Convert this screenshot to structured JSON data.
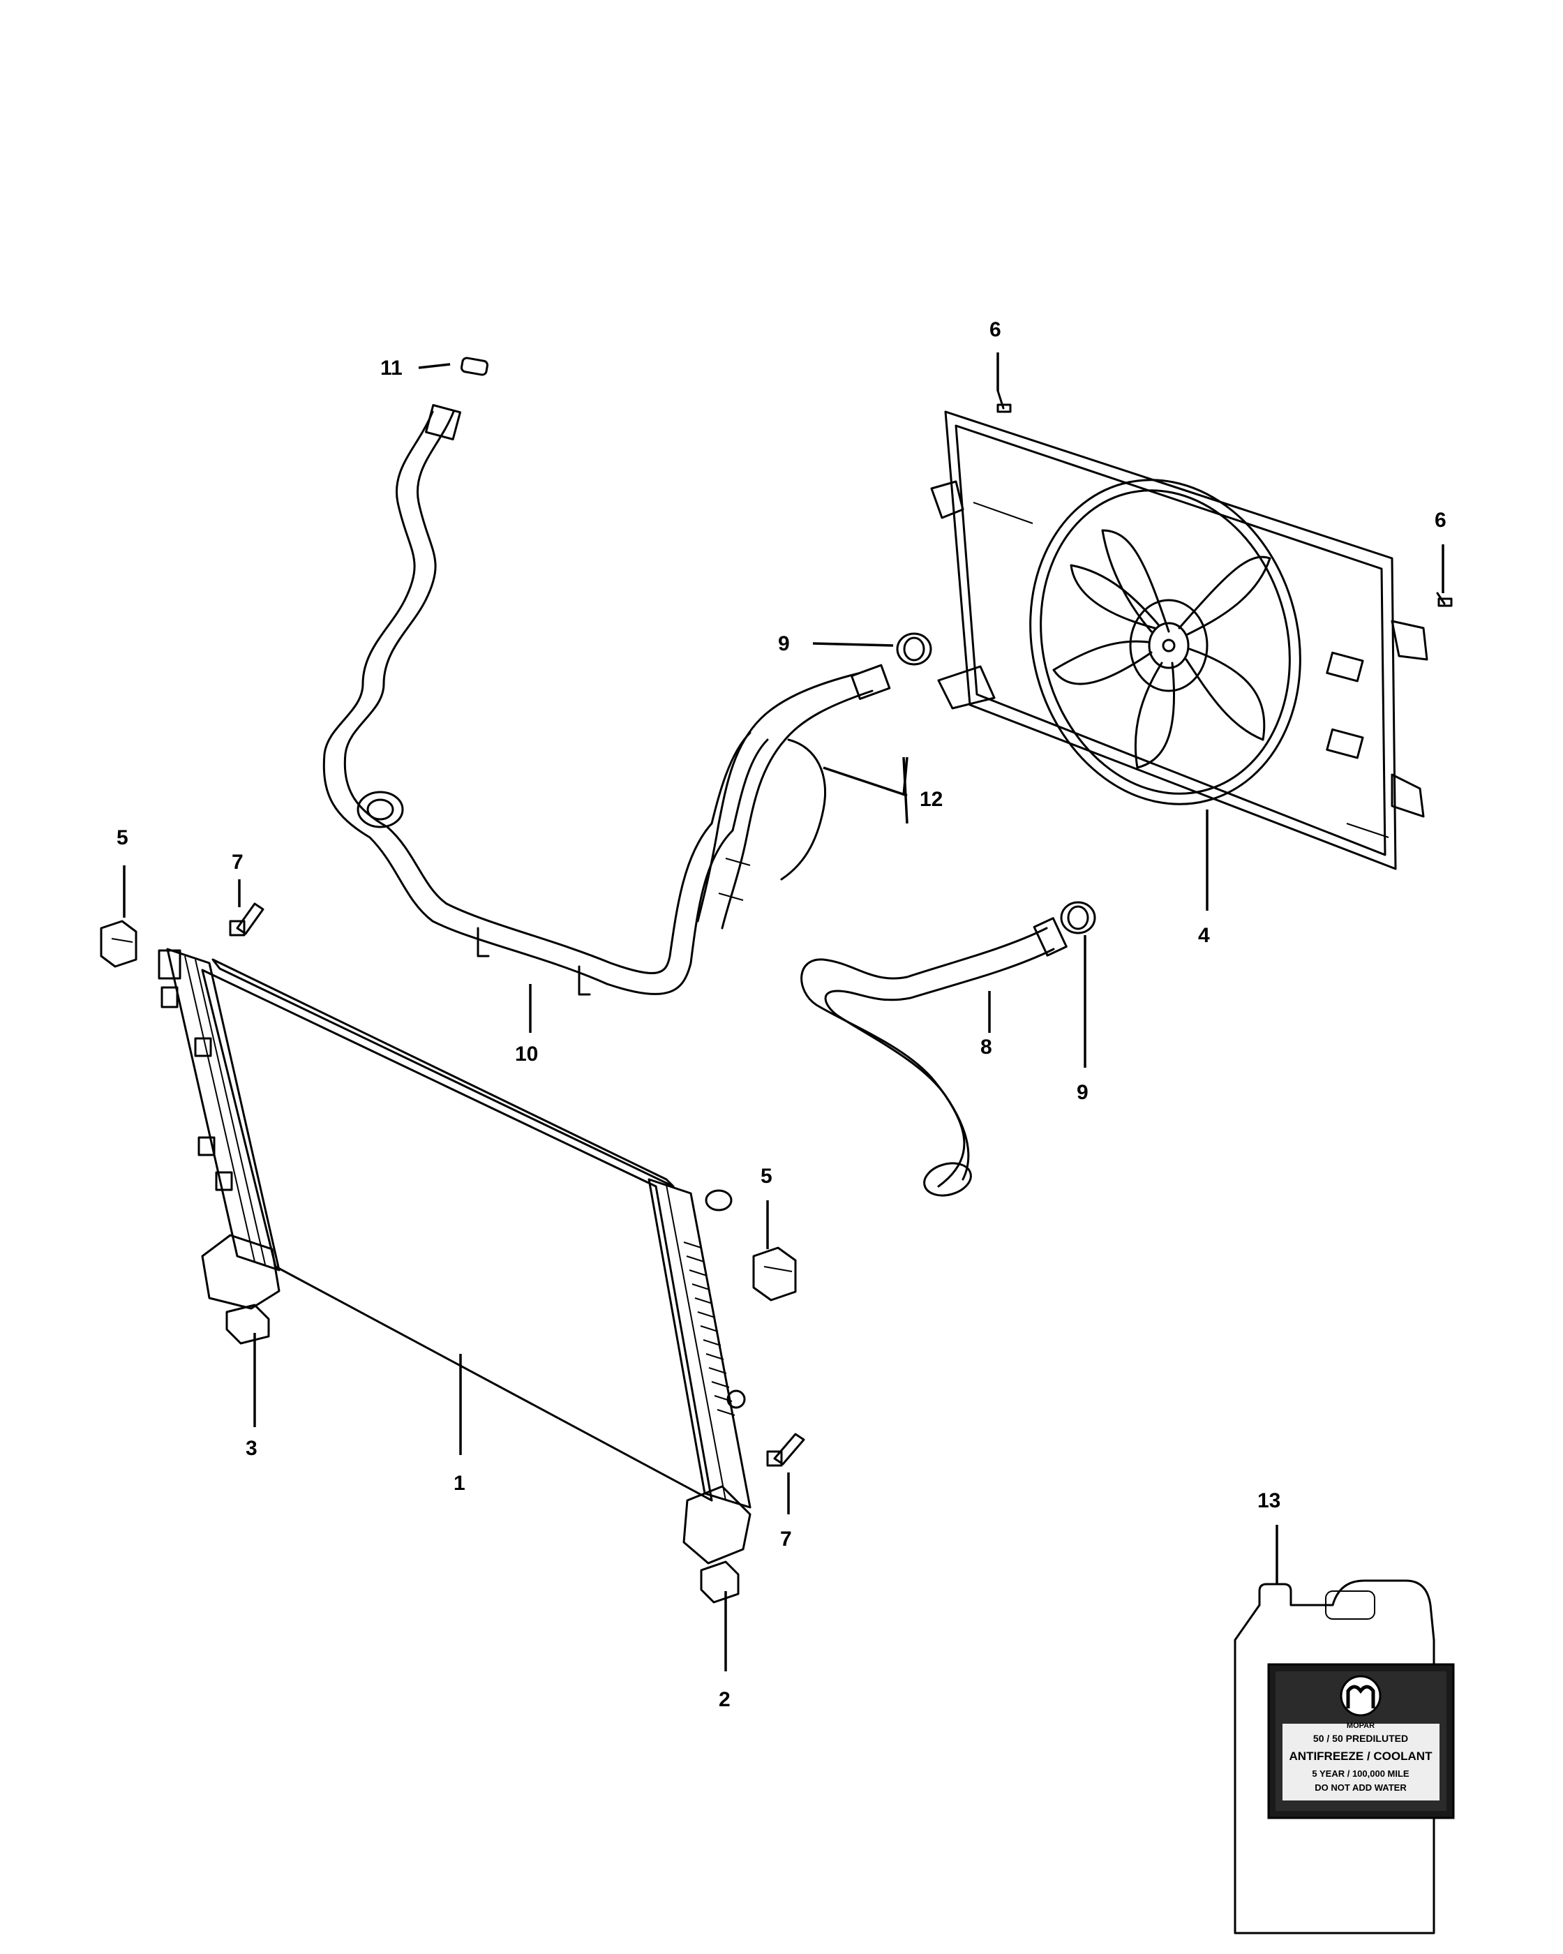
{
  "callouts": {
    "c1": "1",
    "c2": "2",
    "c3": "3",
    "c4": "4",
    "c5a": "5",
    "c5b": "5",
    "c6a": "6",
    "c6b": "6",
    "c7a": "7",
    "c7b": "7",
    "c8": "8",
    "c9a": "9",
    "c9b": "9",
    "c10": "10",
    "c11": "11",
    "c12": "12",
    "c13": "13"
  },
  "coolant_label": {
    "brand": "MOPAR",
    "line1": "50 / 50 PREDILUTED",
    "line2": "ANTIFREEZE / COOLANT",
    "line3": "5 YEAR / 100,000 MILE",
    "line4": "DO NOT ADD WATER"
  },
  "colors": {
    "line": "#000000",
    "background": "#ffffff"
  }
}
